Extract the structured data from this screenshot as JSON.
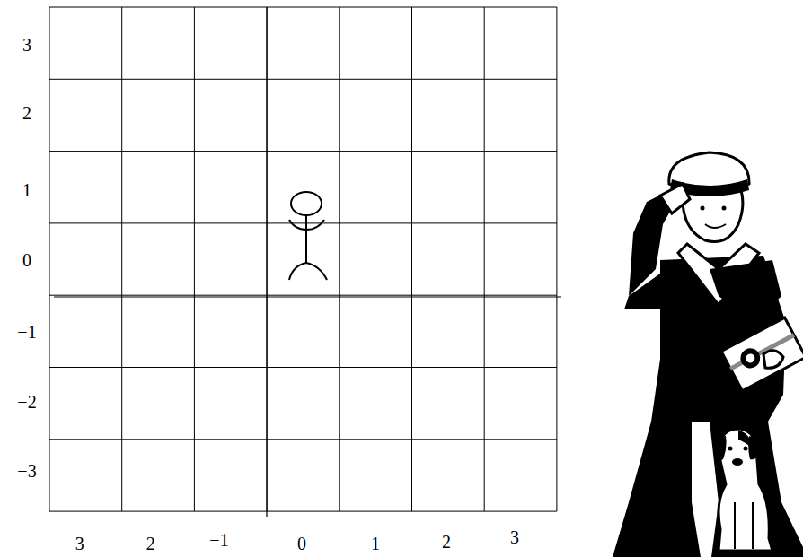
{
  "diagram": {
    "labels": [
      "3",
      "2",
      "1",
      "0",
      "−1",
      "−2",
      "−3",
      "−3",
      "−2",
      "−1",
      "0",
      "1",
      "2",
      "3"
    ]
  }
}
